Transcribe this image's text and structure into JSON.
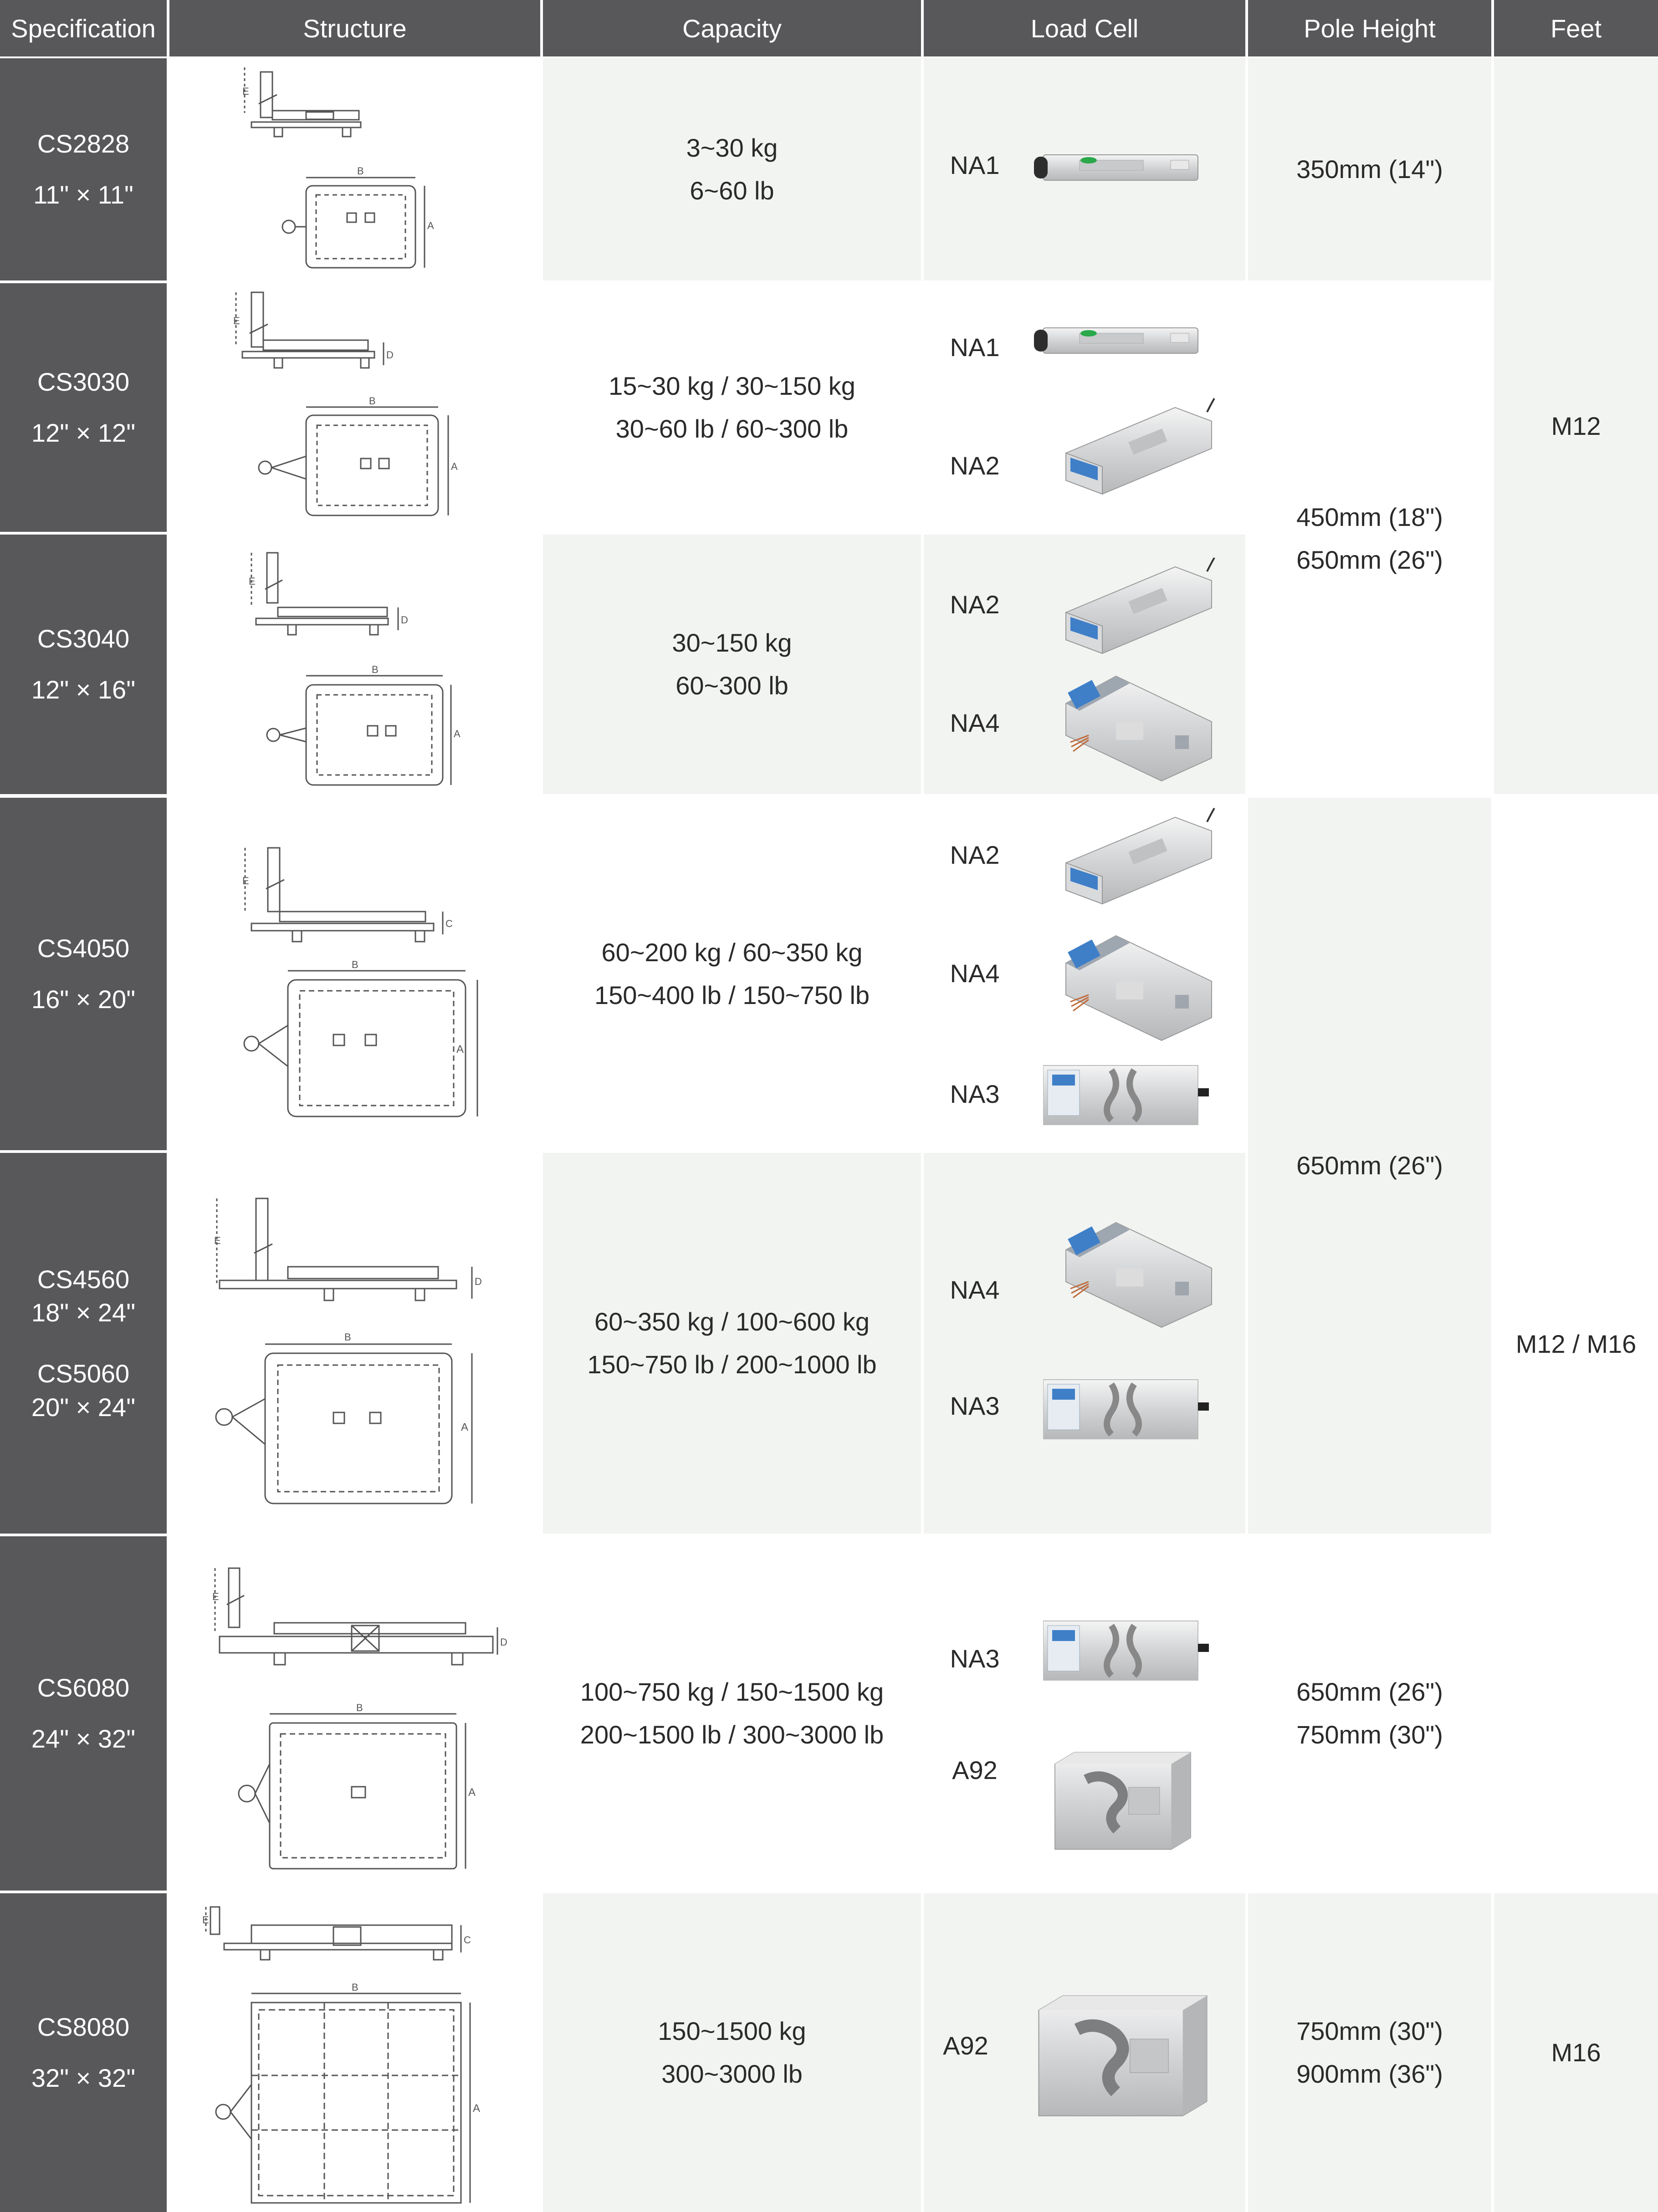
{
  "header": {
    "specification": "Specification",
    "structure": "Structure",
    "capacity": "Capacity",
    "load_cell": "Load Cell",
    "pole_height": "Pole Height",
    "feet": "Feet"
  },
  "rows": [
    {
      "spec": [
        "CS2828",
        "11\" × 11\""
      ],
      "capacity": [
        "3~30 kg",
        "6~60 lb"
      ],
      "load_cells": [
        "NA1"
      ]
    },
    {
      "spec": [
        "CS3030",
        "12\" × 12\""
      ],
      "capacity": [
        "15~30 kg / 30~150 kg",
        "30~60 lb / 60~300 lb"
      ],
      "load_cells": [
        "NA1",
        "NA2"
      ]
    },
    {
      "spec": [
        "CS3040",
        "12\" × 16\""
      ],
      "capacity": [
        "30~150 kg",
        "60~300 lb"
      ],
      "load_cells": [
        "NA2",
        "NA4"
      ]
    },
    {
      "spec": [
        "CS4050",
        "16\" × 20\""
      ],
      "capacity": [
        "60~200 kg / 60~350 kg",
        "150~400 lb / 150~750 lb"
      ],
      "load_cells": [
        "NA2",
        "NA4",
        "NA3"
      ]
    },
    {
      "spec": [
        "CS4560",
        "18\" × 24\"",
        "CS5060",
        "20\" × 24\""
      ],
      "capacity": [
        "60~350 kg / 100~600 kg",
        "150~750 lb / 200~1000 lb"
      ],
      "load_cells": [
        "NA4",
        "NA3"
      ]
    },
    {
      "spec": [
        "CS6080",
        "24\" × 32\""
      ],
      "capacity": [
        "100~750 kg / 150~1500 kg",
        "200~1500 lb / 300~3000 lb"
      ],
      "load_cells": [
        "NA3",
        "A92"
      ]
    },
    {
      "spec": [
        "CS8080",
        "32\" × 32\""
      ],
      "capacity": [
        "150~1500 kg",
        "300~3000 lb"
      ],
      "load_cells": [
        "A92"
      ]
    }
  ],
  "pole_height": {
    "row1": [
      "350mm (14\")"
    ],
    "rows2_3": [
      "450mm (18\")",
      "650mm (26\")"
    ],
    "rows4_5": [
      "650mm (26\")"
    ],
    "row6": [
      "650mm (26\")",
      "750mm (30\")"
    ],
    "row7": [
      "750mm (30\")",
      "900mm (36\")"
    ]
  },
  "feet": {
    "rows1_3": "M12",
    "rows4_6": "M12 / M16",
    "row7": "M16"
  },
  "drawing_labels": {
    "a": "A",
    "b": "B",
    "c": "C",
    "d": "D",
    "e": "E"
  },
  "colors": {
    "header": "#58585a",
    "row_alt": "#f2f4f1",
    "line": "#555555"
  },
  "icons": {
    "NA1": "single-point-load-cell-small-icon",
    "NA2": "single-point-load-cell-icon",
    "NA4": "single-point-load-cell-wired-icon",
    "NA3": "flat-load-cell-icon",
    "A92": "heavy-load-cell-icon"
  }
}
